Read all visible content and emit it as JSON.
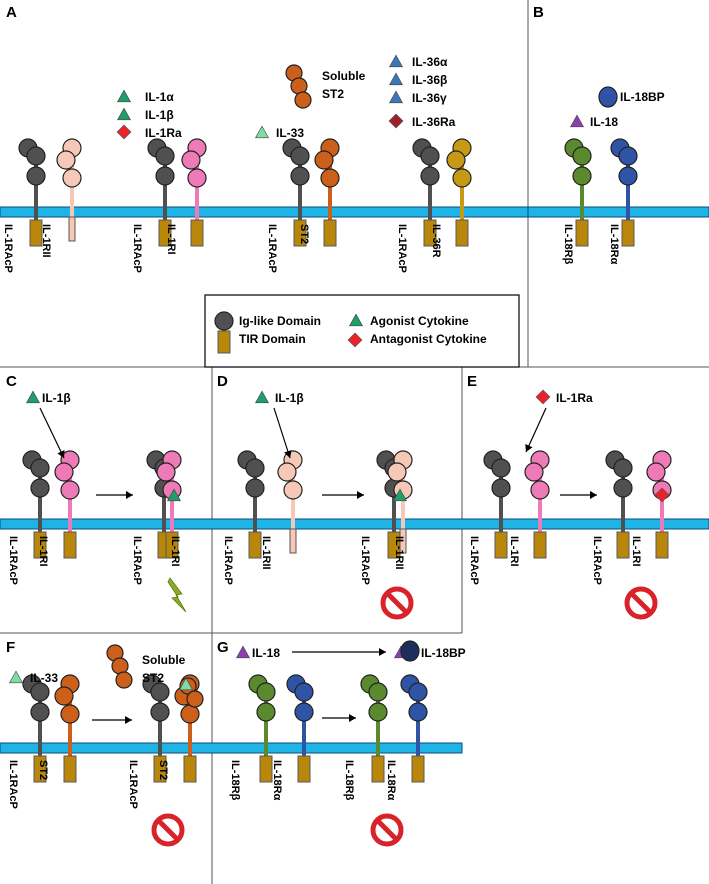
{
  "colors": {
    "ig_domain": "#505050",
    "tir": "#b8860b",
    "membrane": "#1eb4e6",
    "il1rap": "#505050",
    "il1ri": "#ee7ab8",
    "il1rii": "#f6c8b8",
    "st2": "#cc5f1a",
    "il36r": "#c69a14",
    "il18rb": "#5b8a2e",
    "il18ra": "#2f54a6",
    "agonist": "#1f9e6a",
    "il33": "#7fdca6",
    "il36": "#3a78b8",
    "antagonist": "#e8242b",
    "il36ra": "#a0202a",
    "il18": "#8b3fb0",
    "inhibit": "#d8232a",
    "signal": "#8aac2a"
  },
  "icons": {
    "inhibit": "prohibition-sign-icon",
    "signal": "lightning-bolt-icon",
    "ig_domain": "circle-icon",
    "agonist": "triangle-icon",
    "antagonist": "diamond-icon",
    "tir": "rectangle-icon"
  },
  "panels": {
    "a": {
      "label": "A",
      "ligands": {
        "il1a": "IL-1α",
        "il1b": "IL-1β",
        "il1ra": "IL-1Ra",
        "il33": "IL-33",
        "soluble_st2": [
          "Soluble",
          "ST2"
        ],
        "il36a": "IL-36α",
        "il36b": "IL-36β",
        "il36g": "IL-36γ",
        "il36ra": "IL-36Ra"
      },
      "receptors": [
        "IL-1RAcP",
        "IL-1RII",
        "IL-1RAcP",
        "IL-1RI",
        "IL-1RAcP",
        "ST2",
        "IL-1RAcP",
        "IL-36R"
      ]
    },
    "b": {
      "label": "B",
      "ligands": {
        "il18bp": "IL-18BP",
        "il18": "IL-18"
      },
      "receptors": [
        "IL-18Rβ",
        "IL-18Rα"
      ]
    },
    "c": {
      "label": "C",
      "ligand": "IL-1β",
      "receptors": [
        "IL-1RAcP",
        "IL-1RI",
        "IL-1RAcP",
        "IL-1RI"
      ]
    },
    "d": {
      "label": "D",
      "ligand": "IL-1β",
      "receptors": [
        "IL-1RAcP",
        "IL-1RII",
        "IL-1RAcP",
        "IL-1RII"
      ]
    },
    "e": {
      "label": "E",
      "ligand": "IL-1Ra",
      "receptors": [
        "IL-1RAcP",
        "IL-1RI",
        "IL-1RAcP",
        "IL-1RI"
      ]
    },
    "f": {
      "label": "F",
      "ligands": {
        "il33": "IL-33",
        "soluble_st2": [
          "Soluble",
          "ST2"
        ]
      },
      "receptors": [
        "IL-1RAcP",
        "ST2",
        "IL-1RAcP",
        "ST2"
      ]
    },
    "g": {
      "label": "G",
      "ligands": {
        "il18": "IL-18",
        "il18bp": "IL-18BP"
      },
      "receptors": [
        "IL-18Rβ",
        "IL-18Rα",
        "IL-18Rβ",
        "IL-18Rα"
      ]
    }
  },
  "legend": {
    "ig_domain": "Ig-like Domain",
    "agonist": "Agonist Cytokine",
    "tir": "TIR Domain",
    "antagonist": "Antagonist Cytokine"
  }
}
